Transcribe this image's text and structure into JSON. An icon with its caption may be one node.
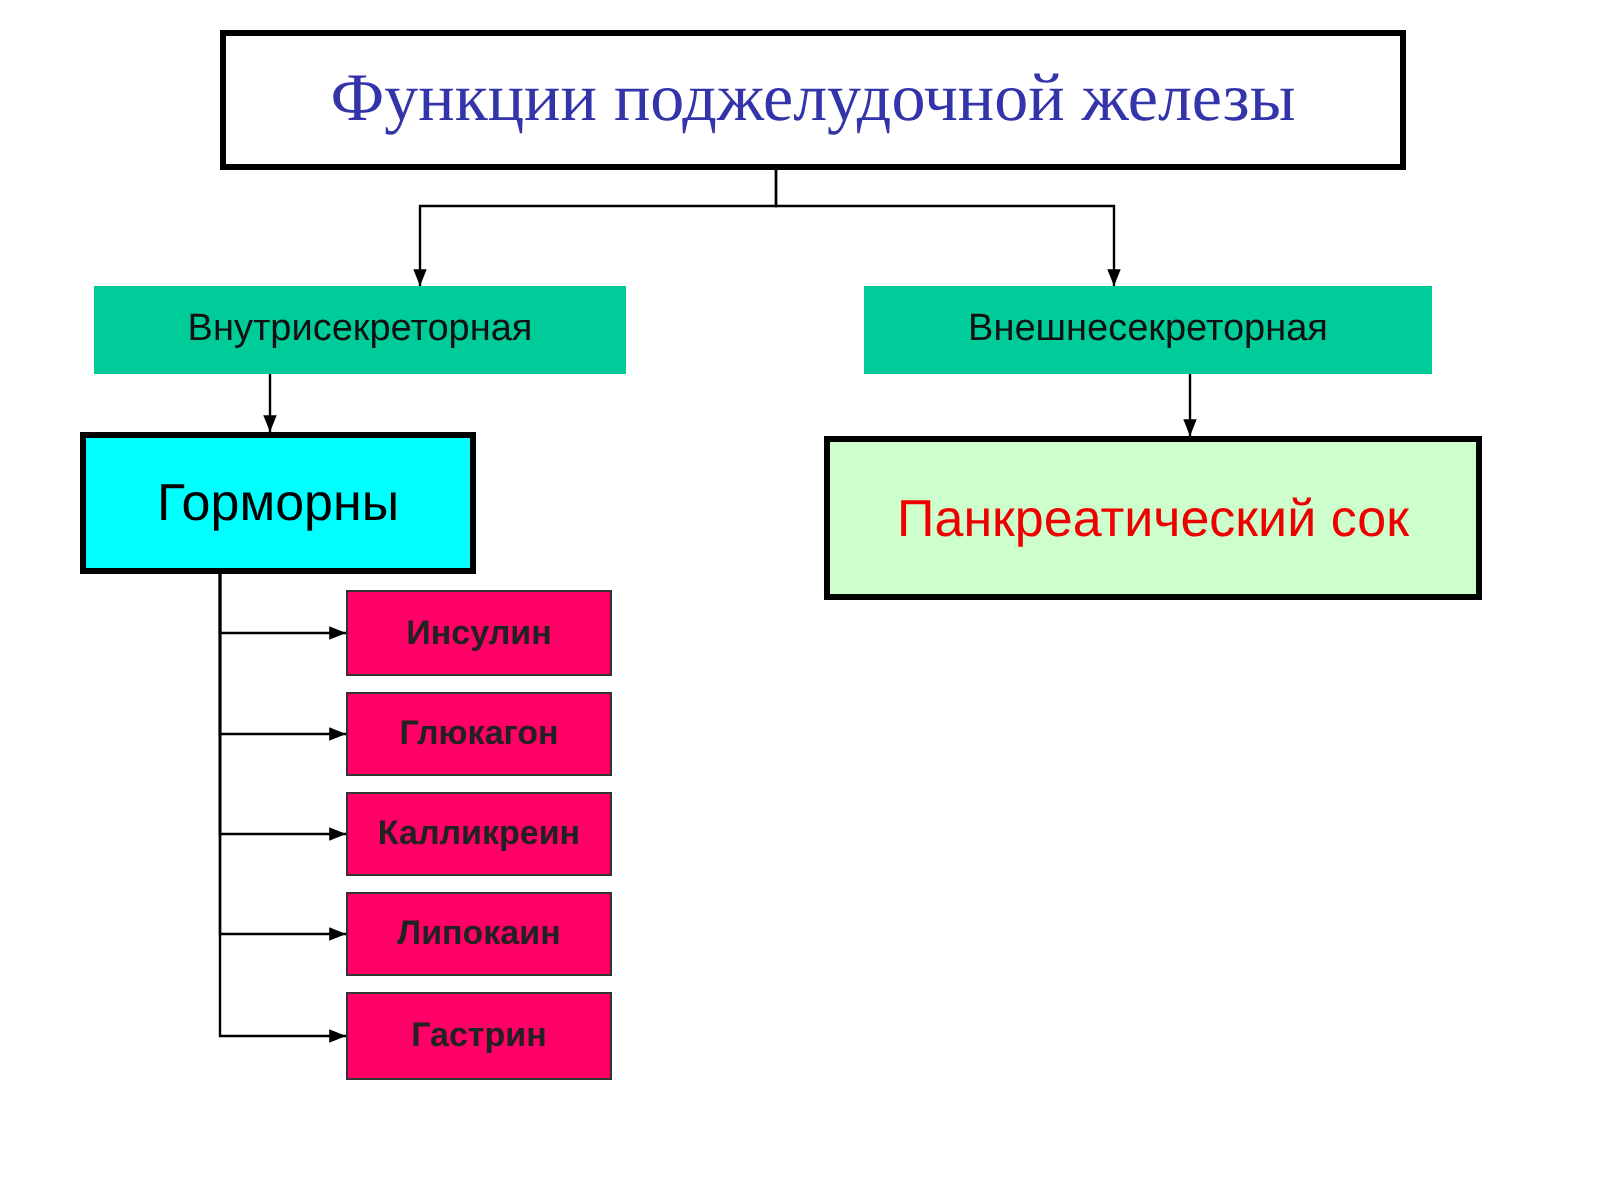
{
  "diagram": {
    "nodes": [
      {
        "text": [
          "Функции поджелудочной железы"
        ]
      },
      {
        "text": [
          "Внутрисекреторная"
        ]
      },
      {
        "text": [
          "Внешнесекреторная"
        ]
      },
      {
        "text": [
          "Горморны"
        ]
      },
      {
        "text": [
          "Панкреатический сок"
        ]
      },
      {
        "text": [
          "Инсулин"
        ]
      },
      {
        "text": [
          "Глюкагон"
        ]
      },
      {
        "text": [
          "Калликреин"
        ]
      },
      {
        "text": [
          "Липокаин"
        ]
      },
      {
        "text": [
          "Гастрин"
        ]
      }
    ],
    "edges": [
      {
        "from": 0,
        "to": 1,
        "arrow": "to"
      },
      {
        "from": 0,
        "to": 2,
        "arrow": "to"
      },
      {
        "from": 1,
        "to": 3,
        "arrow": "to"
      },
      {
        "from": 2,
        "to": 4,
        "arrow": "to"
      },
      {
        "from": 3,
        "to": 5,
        "arrow": "to"
      },
      {
        "from": 3,
        "to": 6,
        "arrow": "to"
      },
      {
        "from": 3,
        "to": 7,
        "arrow": "to"
      },
      {
        "from": 3,
        "to": 8,
        "arrow": "to"
      },
      {
        "from": 3,
        "to": 9,
        "arrow": "to"
      }
    ]
  }
}
